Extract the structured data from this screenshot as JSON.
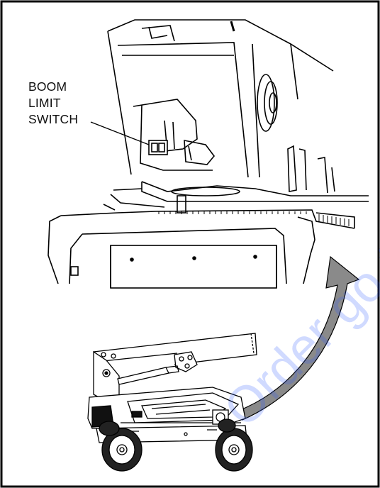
{
  "figure": {
    "callout_lines": [
      "BOOM",
      "LIMIT",
      "SWITCH"
    ],
    "watermark_text": "Order go to",
    "colors": {
      "line": "#000000",
      "arrow_fill": "#8a8a8a",
      "watermark": "#2e5bff"
    }
  }
}
